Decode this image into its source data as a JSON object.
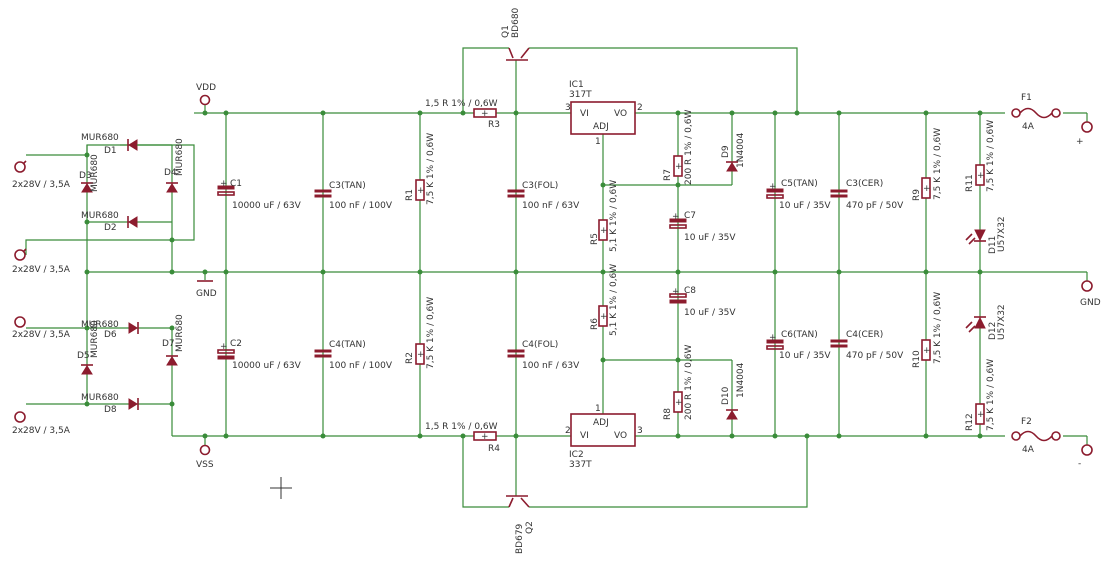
{
  "inputs": [
    "2x28V / 3,5A",
    "2x28V / 3,5A",
    "2x28V / 3,5A",
    "2x28V / 3,5A"
  ],
  "nets": {
    "vdd": "VDD",
    "vss": "VSS",
    "gnd": "GND",
    "gnd_out": "GND",
    "plus": "+",
    "minus": "-"
  },
  "diodes_rect": [
    {
      "ref": "D1",
      "val": "MUR680"
    },
    {
      "ref": "D2",
      "val": "MUR680"
    },
    {
      "ref": "D3",
      "val": "MUR680"
    },
    {
      "ref": "D4",
      "val": "MUR680"
    },
    {
      "ref": "D5",
      "val": "MUR680"
    },
    {
      "ref": "D6",
      "val": "MUR680"
    },
    {
      "ref": "D7",
      "val": "MUR680"
    },
    {
      "ref": "D8",
      "val": "MUR680"
    }
  ],
  "c1": {
    "ref": "C1",
    "val": "10000 uF / 63V"
  },
  "c2": {
    "ref": "C2",
    "val": "10000 uF / 63V"
  },
  "c3tan": {
    "ref": "C3(TAN)",
    "val": "100 nF / 100V"
  },
  "c4tan": {
    "ref": "C4(TAN)",
    "val": "100 nF / 100V"
  },
  "r1": {
    "ref": "R1",
    "val": "7,5 K 1% / 0,6W"
  },
  "r2": {
    "ref": "R2",
    "val": "7,5 K 1% / 0,6W"
  },
  "q1": {
    "ref": "Q1",
    "val": "BD680"
  },
  "q2": {
    "ref": "Q2",
    "val": "BD679"
  },
  "r3": {
    "ref": "R3",
    "val": "1,5 R 1% / 0,6W"
  },
  "r4": {
    "ref": "R4",
    "val": "1,5 R 1% / 0,6W"
  },
  "c3fol": {
    "ref": "C3(FOL)",
    "val": "100 nF / 63V"
  },
  "c4fol": {
    "ref": "C4(FOL)",
    "val": "100 nF / 63V"
  },
  "ic1": {
    "ref": "IC1",
    "val": "317T",
    "vi": "VI",
    "vo": "VO",
    "adj": "ADJ",
    "p1": "1",
    "p2": "2",
    "p3": "3"
  },
  "ic2": {
    "ref": "IC2",
    "val": "337T",
    "vi": "VI",
    "vo": "VO",
    "adj": "ADJ",
    "p1": "1",
    "p2": "2",
    "p3": "3"
  },
  "r5": {
    "ref": "R5",
    "val": "5,1 K 1% / 0,6W"
  },
  "r6": {
    "ref": "R6",
    "val": "5,1 K 1% / 0,6W"
  },
  "r7": {
    "ref": "R7",
    "val": "200 R 1% / 0,6W"
  },
  "r8": {
    "ref": "R8",
    "val": "200 R 1% / 0,6W"
  },
  "c7": {
    "ref": "C7",
    "val": "10 uF / 35V"
  },
  "c8": {
    "ref": "C8",
    "val": "10 uF / 35V"
  },
  "d9": {
    "ref": "D9",
    "val": "1N4004"
  },
  "d10": {
    "ref": "D10",
    "val": "1N4004"
  },
  "c5tan": {
    "ref": "C5(TAN)",
    "val": "10 uF / 35V"
  },
  "c6tan": {
    "ref": "C6(TAN)",
    "val": "10 uF / 35V"
  },
  "c3cer": {
    "ref": "C3(CER)",
    "val": "470 pF / 50V"
  },
  "c4cer": {
    "ref": "C4(CER)",
    "val": "470 pF / 50V"
  },
  "r9": {
    "ref": "R9",
    "val": "7,5 K 1% / 0,6W"
  },
  "r10": {
    "ref": "R10",
    "val": "7,5 K 1% / 0,6W"
  },
  "r11": {
    "ref": "R11",
    "val": "7,5 K 1% / 0,6W"
  },
  "r12": {
    "ref": "R12",
    "val": "7,5 K 1% / 0,6W"
  },
  "d11": {
    "ref": "D11",
    "val": "U57X32"
  },
  "d12": {
    "ref": "D12",
    "val": "U57X32"
  },
  "f1": {
    "ref": "F1",
    "val": "4A"
  },
  "f2": {
    "ref": "F2",
    "val": "4A"
  }
}
